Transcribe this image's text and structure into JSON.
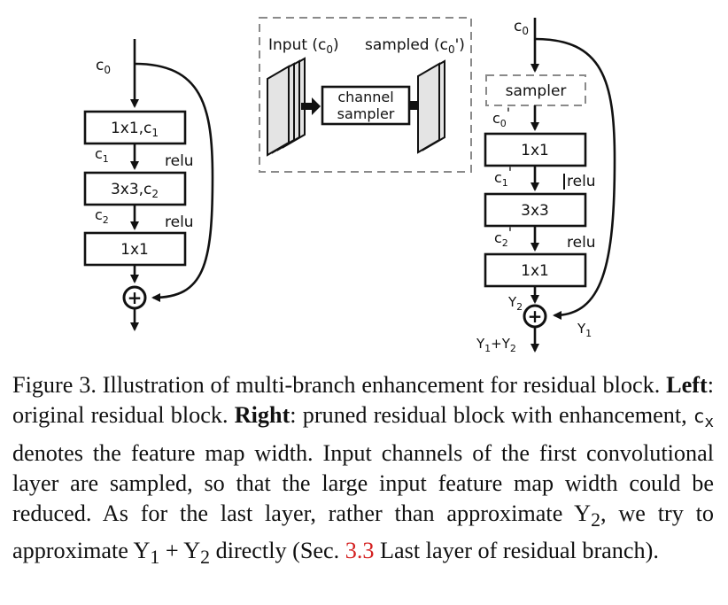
{
  "diagram": {
    "left": {
      "input_label": "c",
      "input_sub": "0",
      "block1": "1x1,c",
      "block1_sub": "1",
      "lbl_c1": "c",
      "lbl_c1_sub": "1",
      "relu1": "relu",
      "block2": "3x3,c",
      "block2_sub": "2",
      "lbl_c2": "c",
      "lbl_c2_sub": "2",
      "relu2": "relu",
      "block3": "1x1",
      "add_symbol": "+"
    },
    "inset": {
      "input_label": "Input (c",
      "input_sub": "0",
      "input_tail": ")",
      "sampled_label": "sampled (c",
      "sampled_sub": "0",
      "sampled_tail": "')",
      "sampler_line1": "channel",
      "sampler_line2": "sampler"
    },
    "right": {
      "input_label": "c",
      "input_sub": "0",
      "sampler": "sampler",
      "lbl_c0p": "c",
      "lbl_c0p_sub": "0",
      "lbl_c0p_prime": "'",
      "block1": "1x1",
      "lbl_c1p": "c",
      "lbl_c1p_sub": "1",
      "lbl_c1p_prime": "'",
      "relu1": "relu",
      "block2": "3x3",
      "lbl_c2p": "c",
      "lbl_c2p_sub": "2",
      "lbl_c2p_prime": "'",
      "relu2": "relu",
      "block3": "1x1",
      "y2": "Y",
      "y2_sub": "2",
      "y1": "Y",
      "y1_sub": "1",
      "add_symbol": "+",
      "out_y1": "Y",
      "out_y1_sub": "1",
      "out_plus": "+Y",
      "out_y2_sub": "2"
    }
  },
  "caption": {
    "fig_label": "Figure 3. Illustration of multi-branch enhancement for residual block. ",
    "left_bold": "Left",
    "left_text": ": original residual block. ",
    "right_bold": "Right",
    "right_text_a": ": pruned residual block with enhancement, ",
    "cx": "c",
    "cx_sub": "x",
    "right_text_b": " denotes the feature map width. Input channels of the first convolutional layer are sampled, so that the large input feature map width could be reduced.  As for the last layer, rather than approximate ",
    "y2": "Y",
    "y2_sub": "2",
    "text_c": ", we try to approximate ",
    "y1": "Y",
    "y1_sub": "1",
    "plus": " + ",
    "y2b": "Y",
    "y2b_sub": "2",
    "text_d": " directly (Sec. ",
    "ref": "3.3",
    "text_e": " Last layer of residual branch)."
  }
}
